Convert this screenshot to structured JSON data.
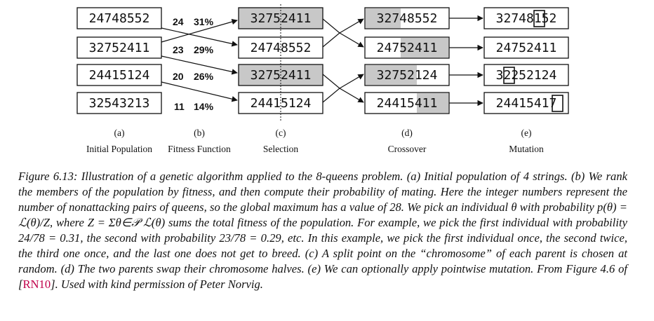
{
  "population": [
    {
      "string": "24748552",
      "fitness": "24",
      "percent": "31%"
    },
    {
      "string": "32752411",
      "fitness": "23",
      "percent": "29%"
    },
    {
      "string": "24415124",
      "fitness": "20",
      "percent": "26%"
    },
    {
      "string": "32543213",
      "fitness": "11",
      "percent": "14%"
    }
  ],
  "selection": [
    "32752411",
    "24748552",
    "32752411",
    "24415124"
  ],
  "crossover": [
    "32748552",
    "24752411",
    "32752124",
    "24415411"
  ],
  "mutation": [
    {
      "before": "32748",
      "changed": "1",
      "after": "52"
    },
    {
      "before": "24752411",
      "changed": "",
      "after": ""
    },
    {
      "before": "32",
      "changed": "2",
      "after": "52124"
    },
    {
      "before": "2441541",
      "changed": "7",
      "after": ""
    }
  ],
  "labels": [
    {
      "letter": "(a)",
      "title": "Initial Population"
    },
    {
      "letter": "(b)",
      "title": "Fitness Function"
    },
    {
      "letter": "(c)",
      "title": "Selection"
    },
    {
      "letter": "(d)",
      "title": "Crossover"
    },
    {
      "letter": "(e)",
      "title": "Mutation"
    }
  ],
  "caption": {
    "t1": "Figure 6.13: Illustration of a genetic algorithm applied to the 8-queens problem. (a) Initial population of 4 strings. (b) We rank the members of the population by fitness, and then compute their probability of mating. Here the integer numbers represent the number of nonattacking pairs of queens, so the global maximum has a value of 28. We pick an individual ",
    "m1": "θ",
    "t2": " with probability ",
    "m2": "p(θ) = ℒ(θ)/Z",
    "t3": ", where ",
    "m3": "Z = Σθ∈𝒫 ℒ(θ)",
    "t4": " sums the total fitness of the population. For example, we pick the first individual with probability 24/78 = 0.31, the second with probability 23/78 = 0.29, etc. In this example, we pick the first individual once, the second twice, the third one once, and the last one does not get to breed. (c) A split point on the “chromosome” of each parent is chosen at random. (d) The two parents swap their chromosome halves. (e) We can optionally apply pointwise mutation. From Figure 4.6 of [",
    "cite": "RN10",
    "t5": "]. Used with kind permission of Peter Norvig."
  }
}
